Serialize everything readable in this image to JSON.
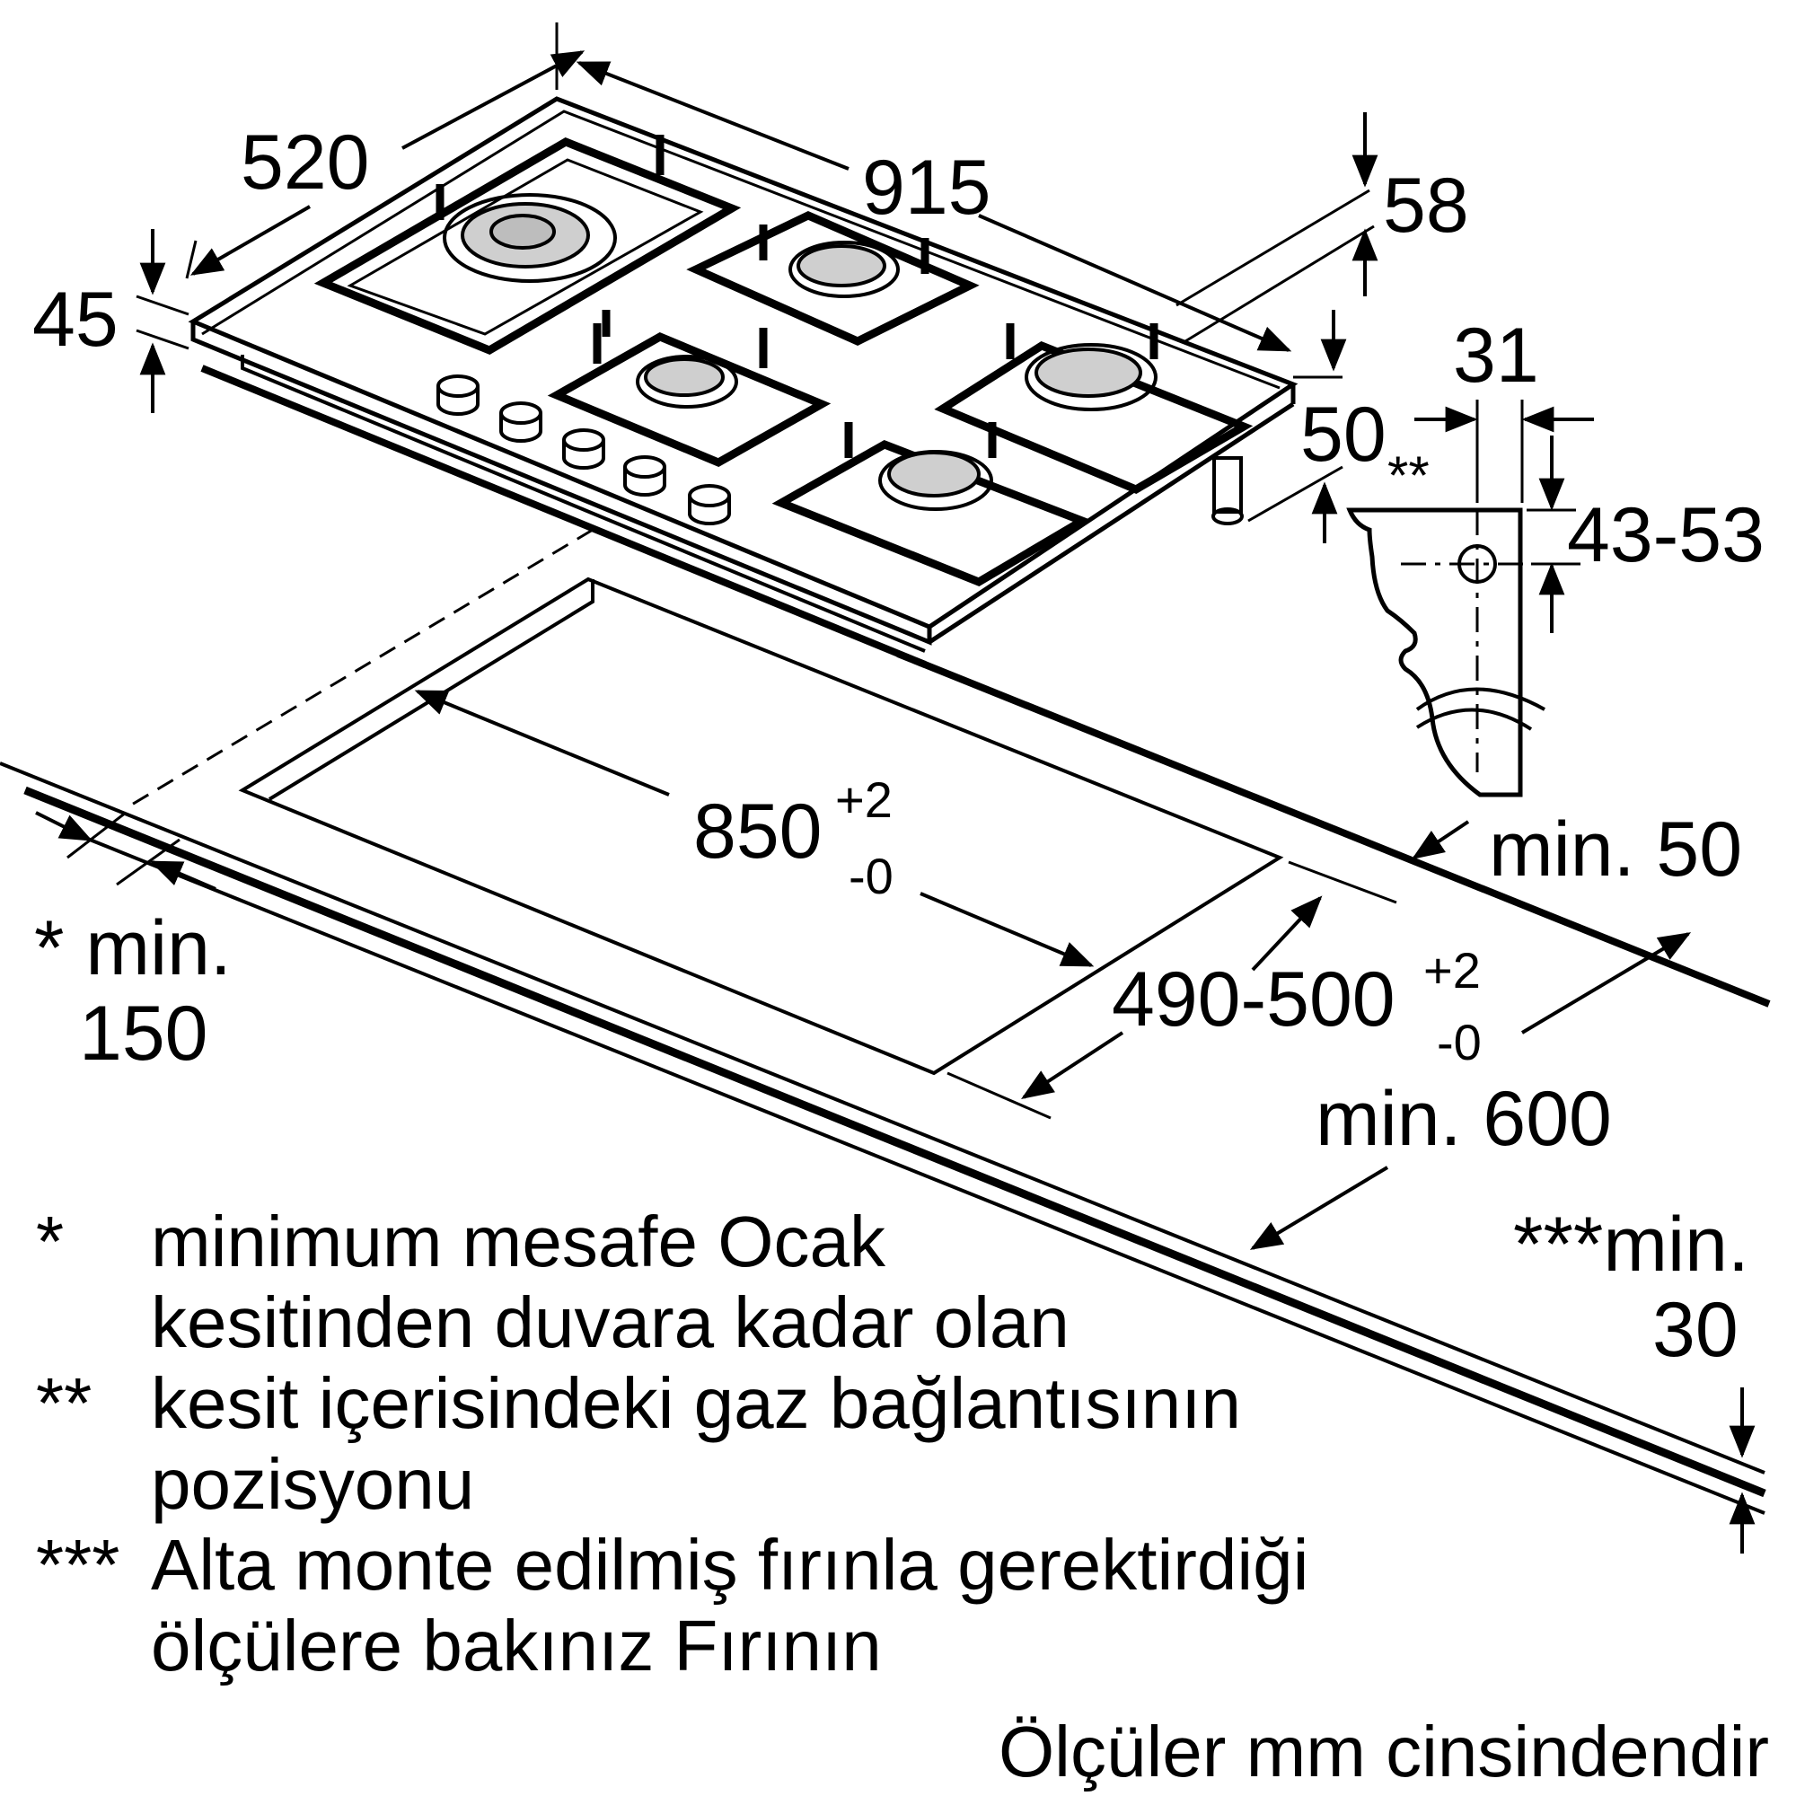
{
  "dimensions": {
    "depth": "520",
    "width": "915",
    "height_front": "45",
    "height_back": "58",
    "gas_offset_h": "31",
    "gas_marker": "**",
    "gas_offset_v": "43-53",
    "back_drop": "50",
    "min_back": "min. 50",
    "cutout_width": "850",
    "cutout_width_tol_plus": "+2",
    "cutout_width_tol_minus": "-0",
    "cutout_depth": "490-500",
    "cutout_depth_tol_plus": "+2",
    "cutout_depth_tol_minus": "-0",
    "min_side_label": "* min.",
    "min_side_value": "150",
    "min_front": "min. 600",
    "min_oven_label": "***min.",
    "min_oven_value": "30"
  },
  "notes": [
    {
      "marker": "*",
      "lines": [
        "minimum mesafe Ocak",
        "kesitinden duvara kadar olan"
      ]
    },
    {
      "marker": "**",
      "lines": [
        "kesit içerisindeki gaz bağlantısının",
        "pozisyonu"
      ]
    },
    {
      "marker": "***",
      "lines": [
        "Alta monte edilmiş fırınla gerektirdiği",
        "ölçülere bakınız Fırının"
      ]
    }
  ],
  "units_note": "Ölçüler mm cinsindendir",
  "colors": {
    "line": "#000000",
    "burner_fill": "#cfcfcf",
    "background": "#ffffff"
  }
}
